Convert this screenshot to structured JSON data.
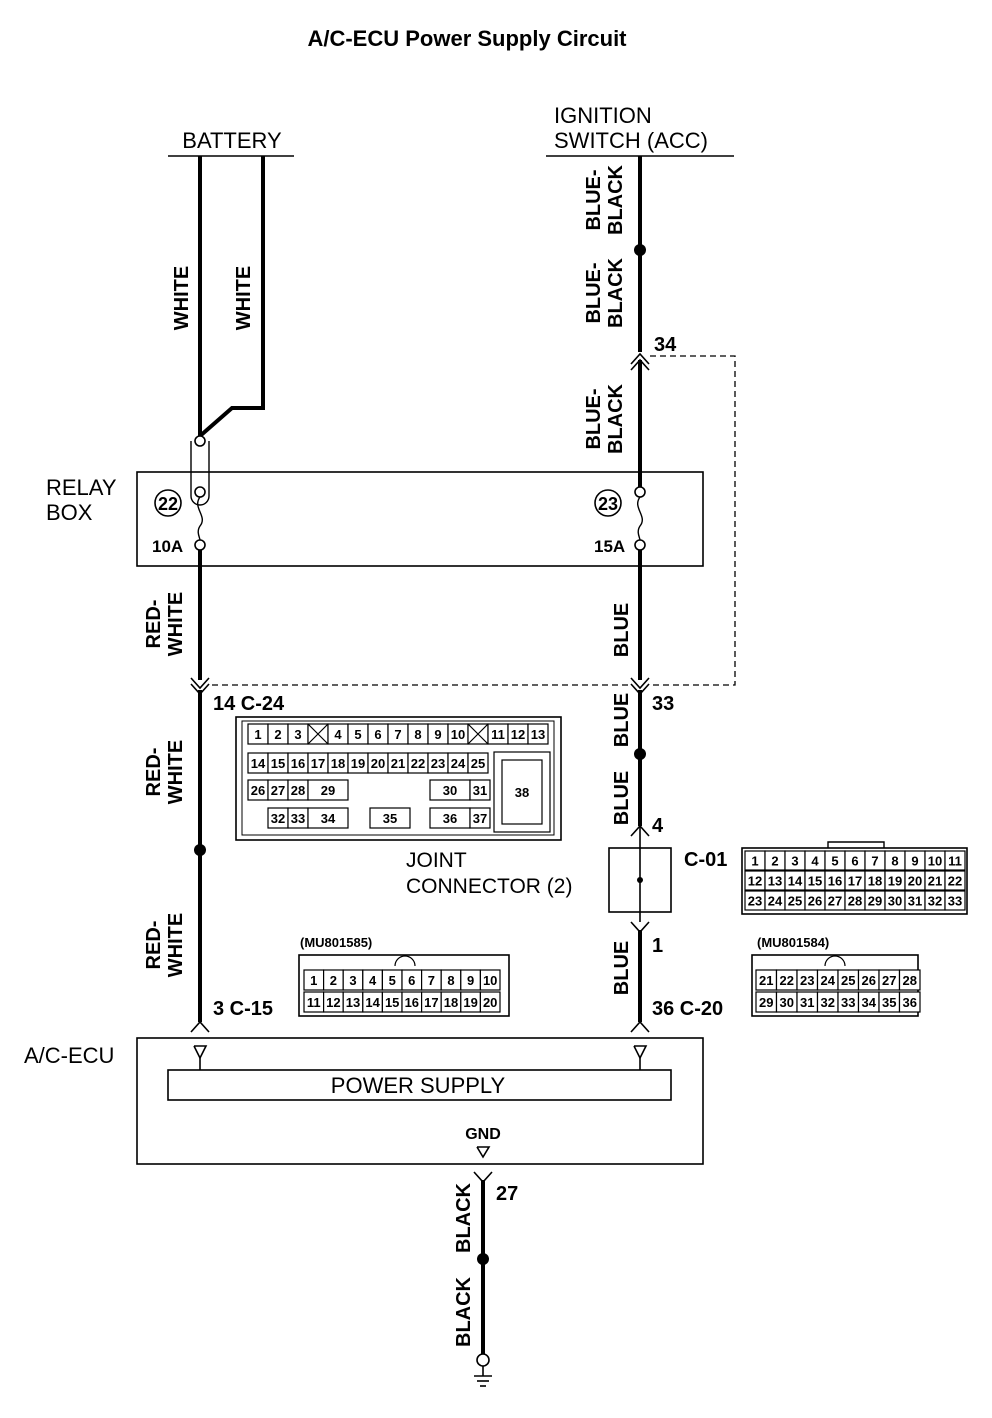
{
  "title": "A/C-ECU Power Supply Circuit",
  "sources": {
    "battery": "BATTERY",
    "ignition_line1": "IGNITION",
    "ignition_line2": "SWITCH (ACC)"
  },
  "wire_colors": {
    "white": "WHITE",
    "blue_black_1": "BLUE-",
    "blue_black_2": "BLACK",
    "red_white_1": "RED-",
    "red_white_2": "WHITE",
    "blue": "BLUE",
    "black": "BLACK"
  },
  "relay_box": {
    "label_line1": "RELAY",
    "label_line2": "BOX",
    "fuse_left_num": "22",
    "fuse_left_rating": "10A",
    "fuse_right_num": "23",
    "fuse_right_rating": "15A"
  },
  "terminals": {
    "t34": "34",
    "t33": "33",
    "t14_c24": "14  C-24",
    "t4": "4",
    "t1": "1",
    "t3_c15": "3  C-15",
    "t36_c20": "36  C-20",
    "t27": "27"
  },
  "joint_connector": {
    "label_line1": "JOINT",
    "label_line2": "CONNECTOR (2)",
    "code": "C-01"
  },
  "ecu": {
    "label": "A/C-ECU",
    "block": "POWER SUPPLY",
    "gnd": "GND"
  },
  "connectors": {
    "c24_pins": [
      "1",
      "2",
      "3",
      "4",
      "5",
      "6",
      "7",
      "8",
      "9",
      "10",
      "11",
      "12",
      "13",
      "14",
      "15",
      "16",
      "17",
      "18",
      "19",
      "20",
      "21",
      "22",
      "23",
      "24",
      "25",
      "26",
      "27",
      "28",
      "29",
      "30",
      "31",
      "32",
      "33",
      "34",
      "35",
      "36",
      "37",
      "38"
    ],
    "c15_part": "(MU801585)",
    "c15_row1": [
      "1",
      "2",
      "3",
      "4",
      "5",
      "6",
      "7",
      "8",
      "9",
      "10"
    ],
    "c15_row2": [
      "11",
      "12",
      "13",
      "14",
      "15",
      "16",
      "17",
      "18",
      "19",
      "20"
    ],
    "c20_part": "(MU801584)",
    "c20_row1": [
      "21",
      "22",
      "23",
      "24",
      "25",
      "26",
      "27",
      "28"
    ],
    "c20_row2": [
      "29",
      "30",
      "31",
      "32",
      "33",
      "34",
      "35",
      "36"
    ],
    "c01_row1": [
      "1",
      "2",
      "3",
      "4",
      "5",
      "6",
      "7",
      "8",
      "9",
      "10",
      "11"
    ],
    "c01_row2": [
      "12",
      "13",
      "14",
      "15",
      "16",
      "17",
      "18",
      "19",
      "20",
      "21",
      "22"
    ],
    "c01_row3": [
      "23",
      "24",
      "25",
      "26",
      "27",
      "28",
      "29",
      "30",
      "31",
      "32",
      "33"
    ]
  }
}
